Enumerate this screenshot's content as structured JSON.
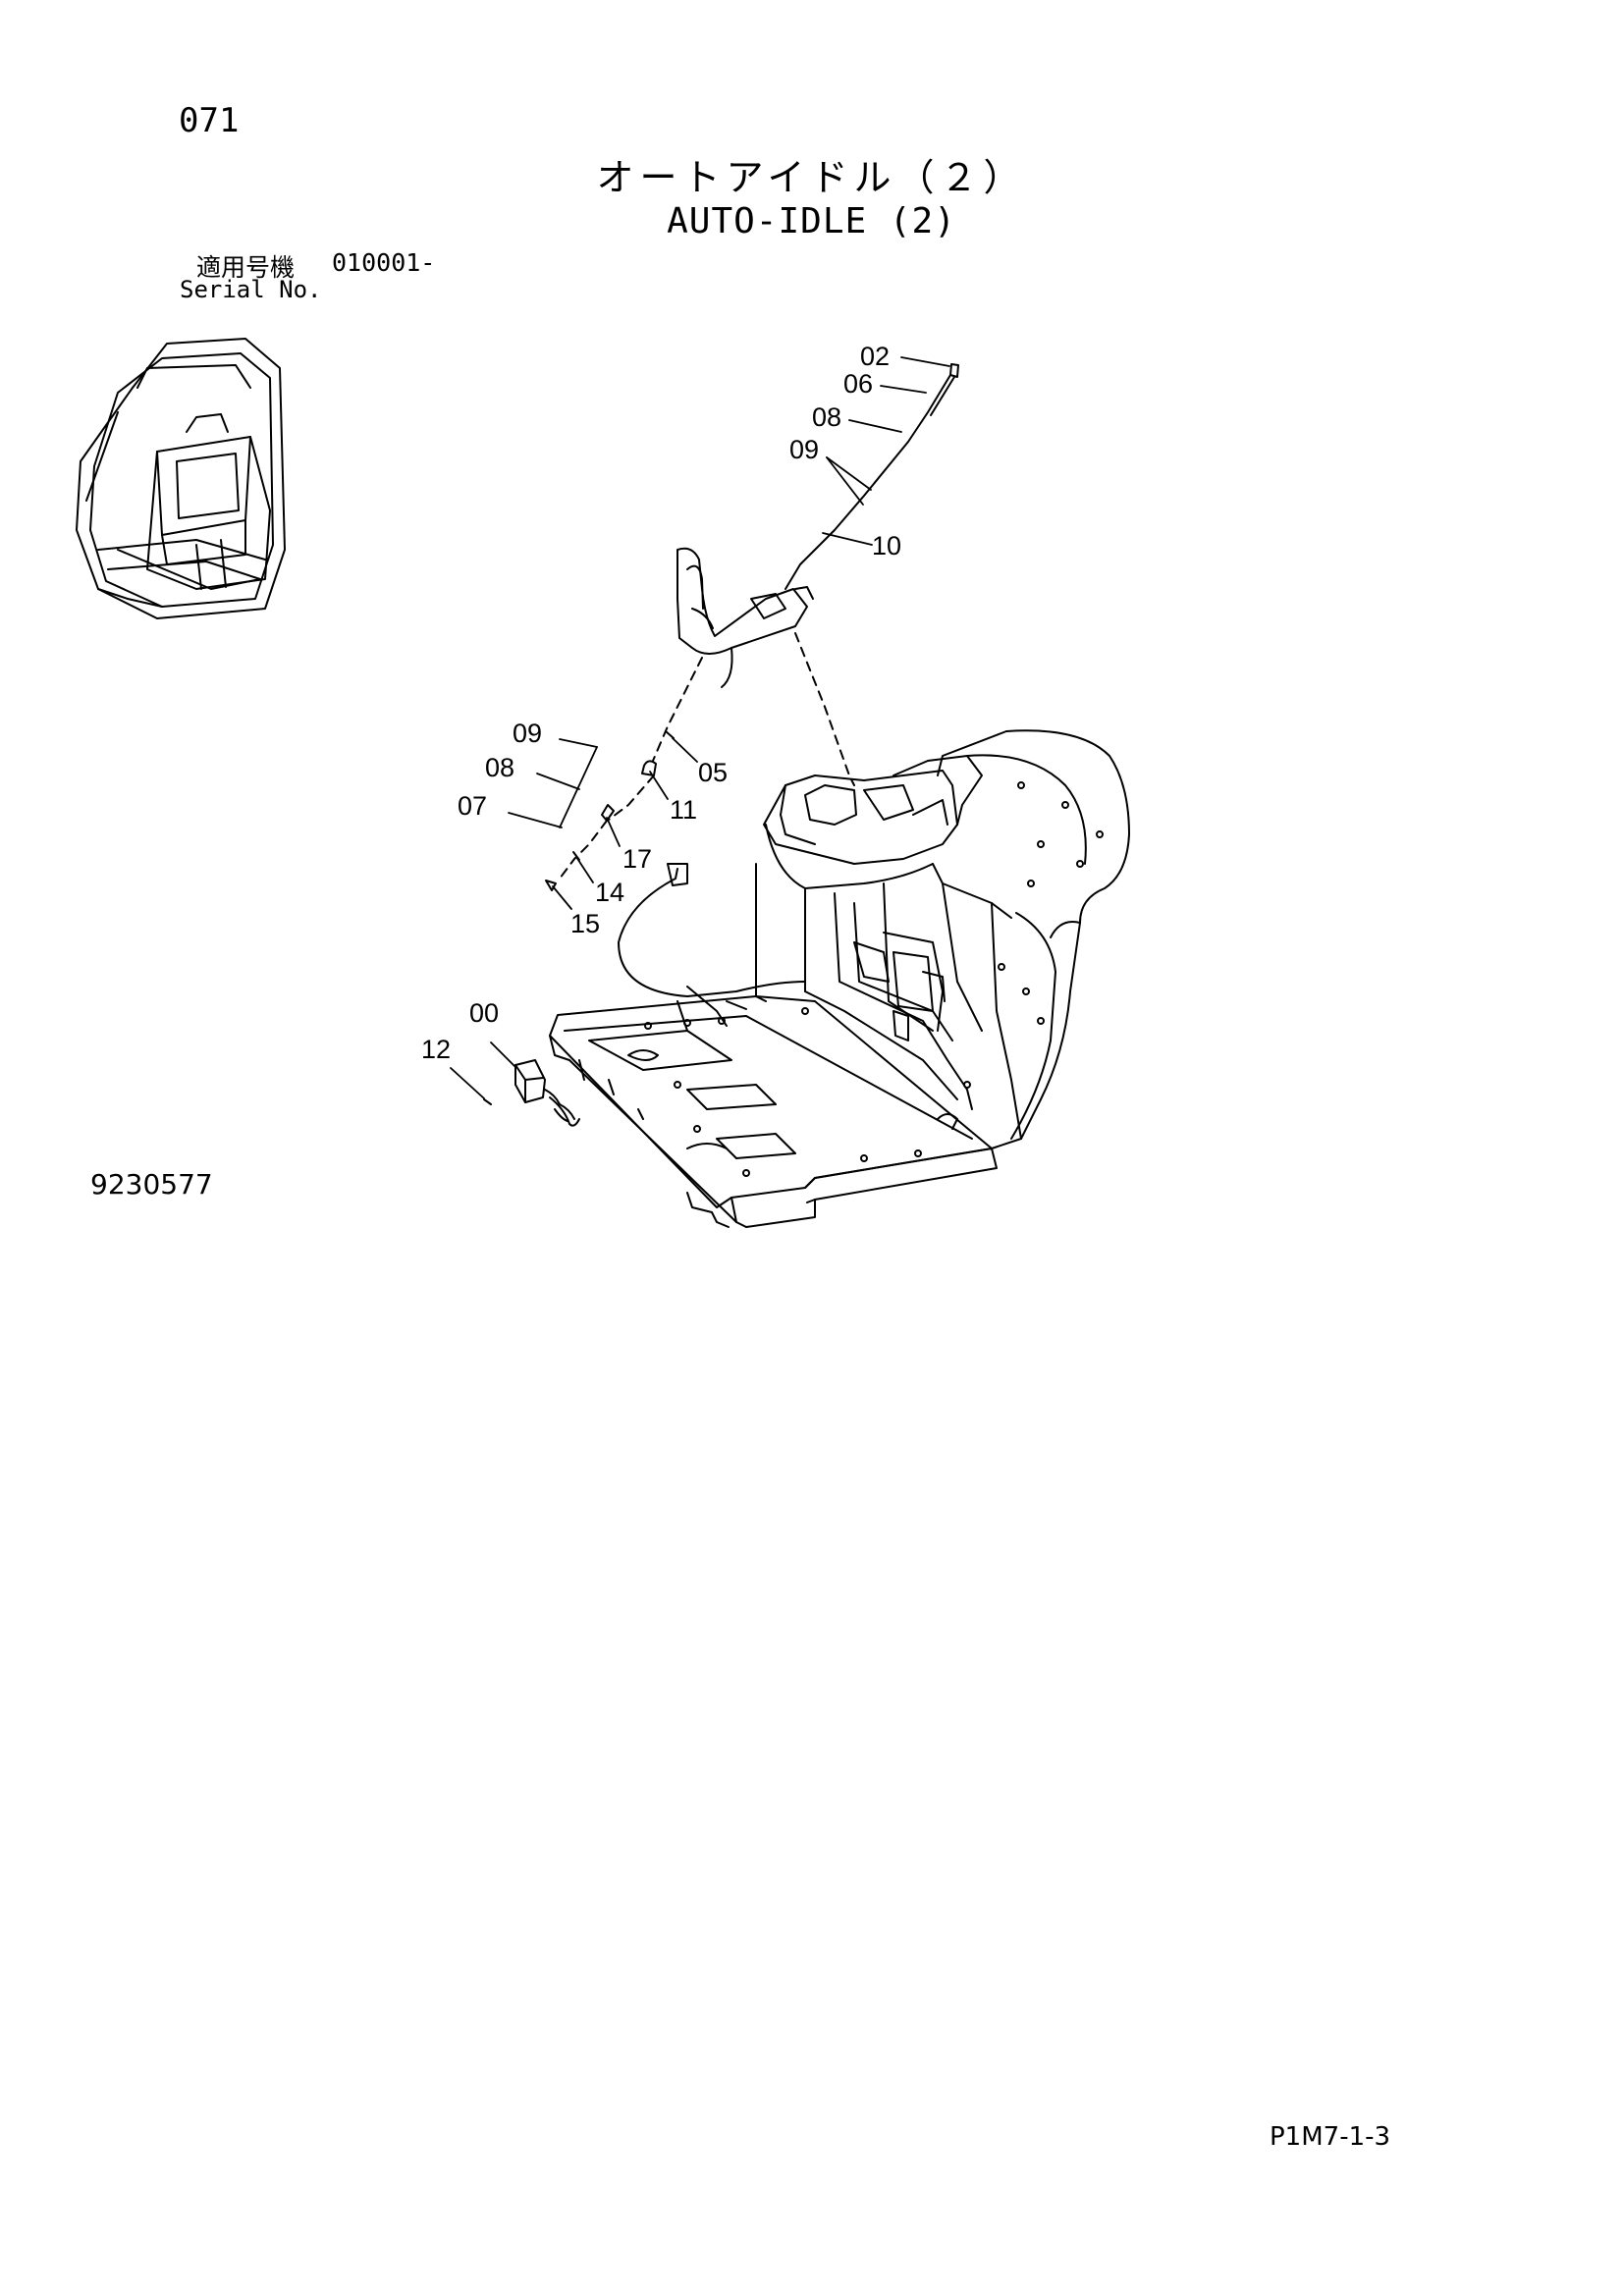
{
  "header": {
    "page_number": "071",
    "title_jp": "オートアイドル（２）",
    "title_en": "AUTO-IDLE (2)",
    "serial_label_jp": "適用号機",
    "serial_value": "010001-",
    "serial_label_en": "Serial No."
  },
  "callouts": [
    "02",
    "06",
    "08",
    "09",
    "10",
    "09",
    "08",
    "07",
    "05",
    "11",
    "17",
    "14",
    "15",
    "00",
    "12"
  ],
  "footer": {
    "figure_code": "9230577",
    "page_code": "P1M7-1-3"
  }
}
